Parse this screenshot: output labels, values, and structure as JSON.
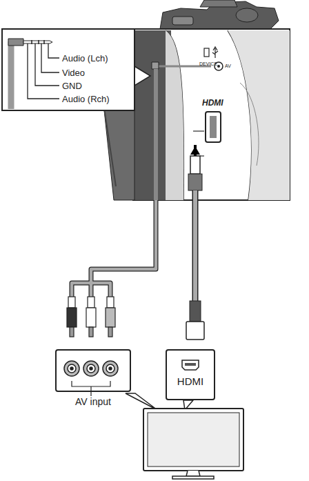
{
  "diagram": {
    "nodes": [
      {
        "text": [
          "AV input"
        ]
      },
      {
        "text": [
          "HDMI"
        ]
      }
    ],
    "labels": [
      "Audio (Lch)",
      "Video",
      "GND",
      "Audio (Rch)",
      "DEVICE",
      "AV",
      "HDMI"
    ]
  }
}
